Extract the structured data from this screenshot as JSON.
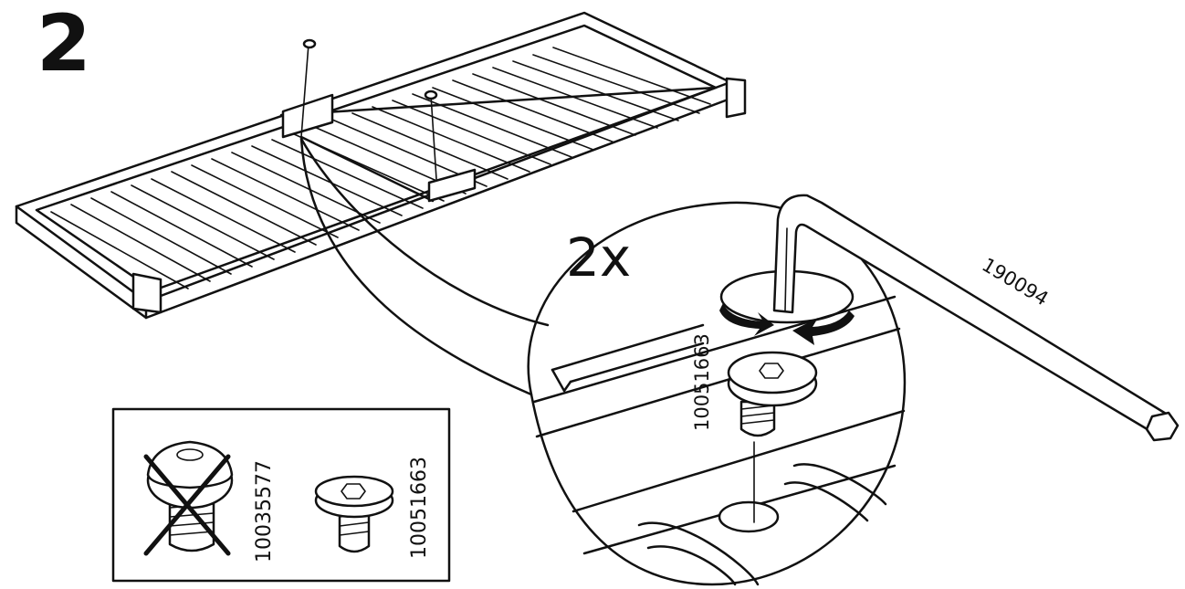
{
  "step": {
    "number": "2"
  },
  "detail": {
    "quantity": "2x",
    "screw_code": "10051663",
    "hex_key_code": "190094"
  },
  "parts_box": {
    "wrong_screw_code": "10035577",
    "correct_screw_code": "10051663"
  },
  "colors": {
    "line": "#111111",
    "background": "#ffffff"
  }
}
